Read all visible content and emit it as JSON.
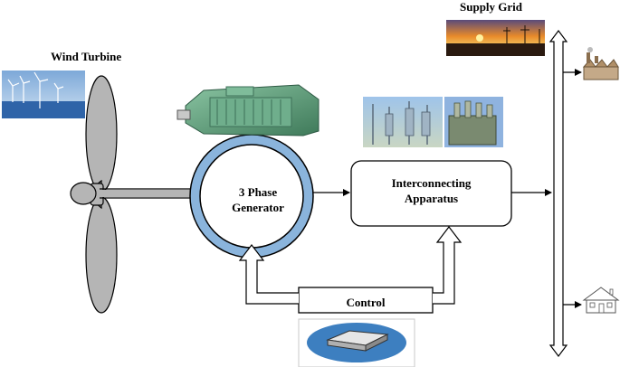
{
  "labels": {
    "wind_turbine": "Wind Turbine",
    "supply_grid": "Supply Grid",
    "generator_line1": "3 Phase",
    "generator_line2": "Generator",
    "interconnect_line1": "Interconnecting",
    "interconnect_line2": "Apparatus",
    "control": "Control"
  },
  "colors": {
    "generator_ring": "#8ab4dc",
    "machine_green": "#5f9e7c",
    "sky_sunset": "#e88a2a",
    "sea_blue": "#3e78b8"
  },
  "icons": [
    "wind-farm-photo",
    "generator-motor-photo",
    "substation-photo",
    "sunset-grid-photo",
    "factory-icon",
    "house-icon",
    "controller-device-icon"
  ]
}
